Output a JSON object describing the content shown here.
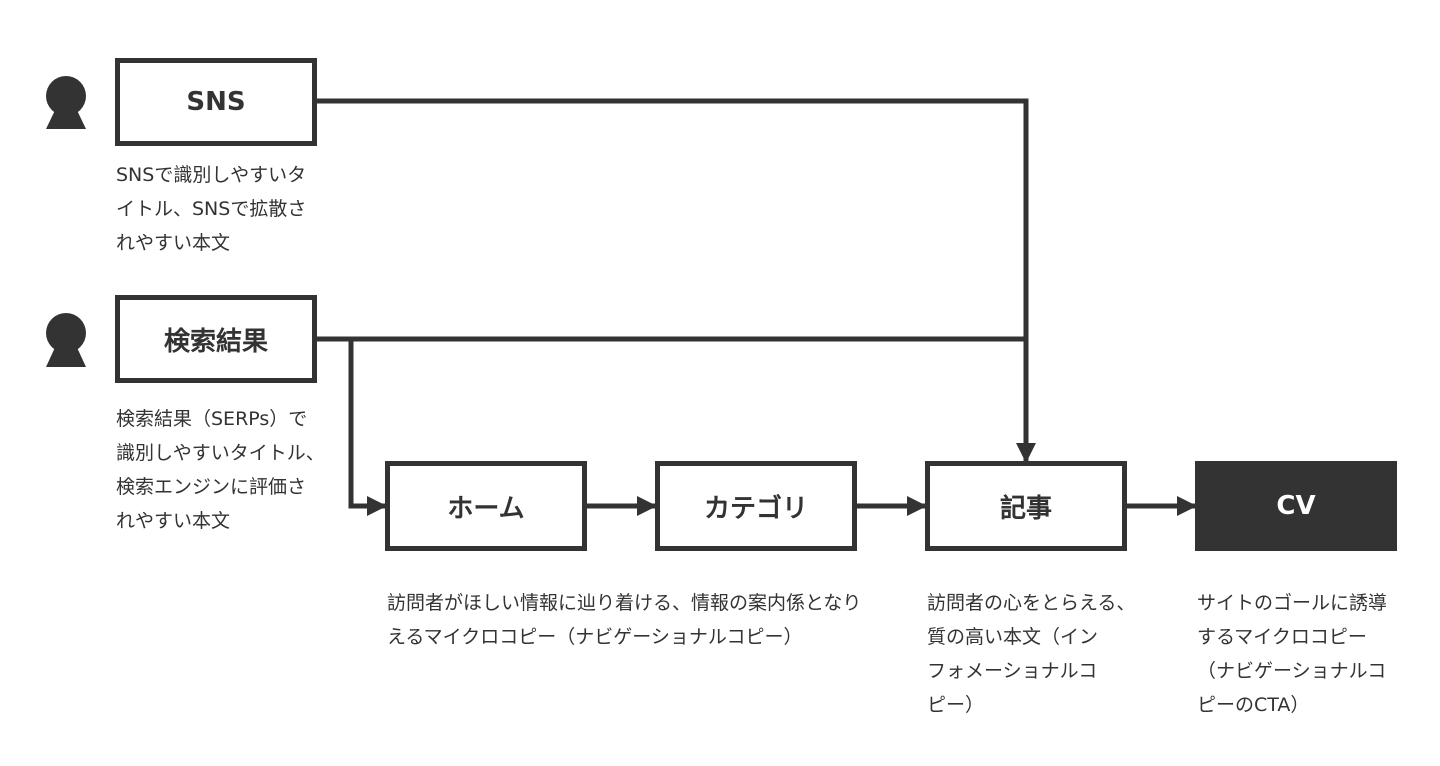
{
  "colors": {
    "ink": "#333333",
    "background": "#ffffff",
    "cv_fill": "#333333",
    "cv_text": "#ffffff"
  },
  "icons": {
    "user_sns": "person-keyhole-icon",
    "user_search": "person-keyhole-icon"
  },
  "nodes": {
    "sns": {
      "label": "SNS"
    },
    "search": {
      "label": "検索結果"
    },
    "home": {
      "label": "ホーム"
    },
    "category": {
      "label": "カテゴリ"
    },
    "article": {
      "label": "記事"
    },
    "cv": {
      "label": "CV"
    }
  },
  "descriptions": {
    "sns": [
      "SNSで識別しやすいタ",
      "イトル、SNSで拡散さ",
      "れやすい本文"
    ],
    "search": [
      "検索結果（SERPs）で",
      "識別しやすいタイトル、",
      "検索エンジンに評価さ",
      "れやすい本文"
    ],
    "navigation": [
      "訪問者がほしい情報に辿り着ける、情報の案内係となり",
      "えるマイクロコピー（ナビゲーショナルコピー）"
    ],
    "article": [
      "訪問者の心をとらえる、",
      "質の高い本文（イン",
      "フォメーショナルコ",
      "ピー）"
    ],
    "cv": [
      "サイトのゴールに誘導",
      "するマイクロコピー",
      "（ナビゲーショナルコ",
      "ピーのCTA）"
    ]
  }
}
